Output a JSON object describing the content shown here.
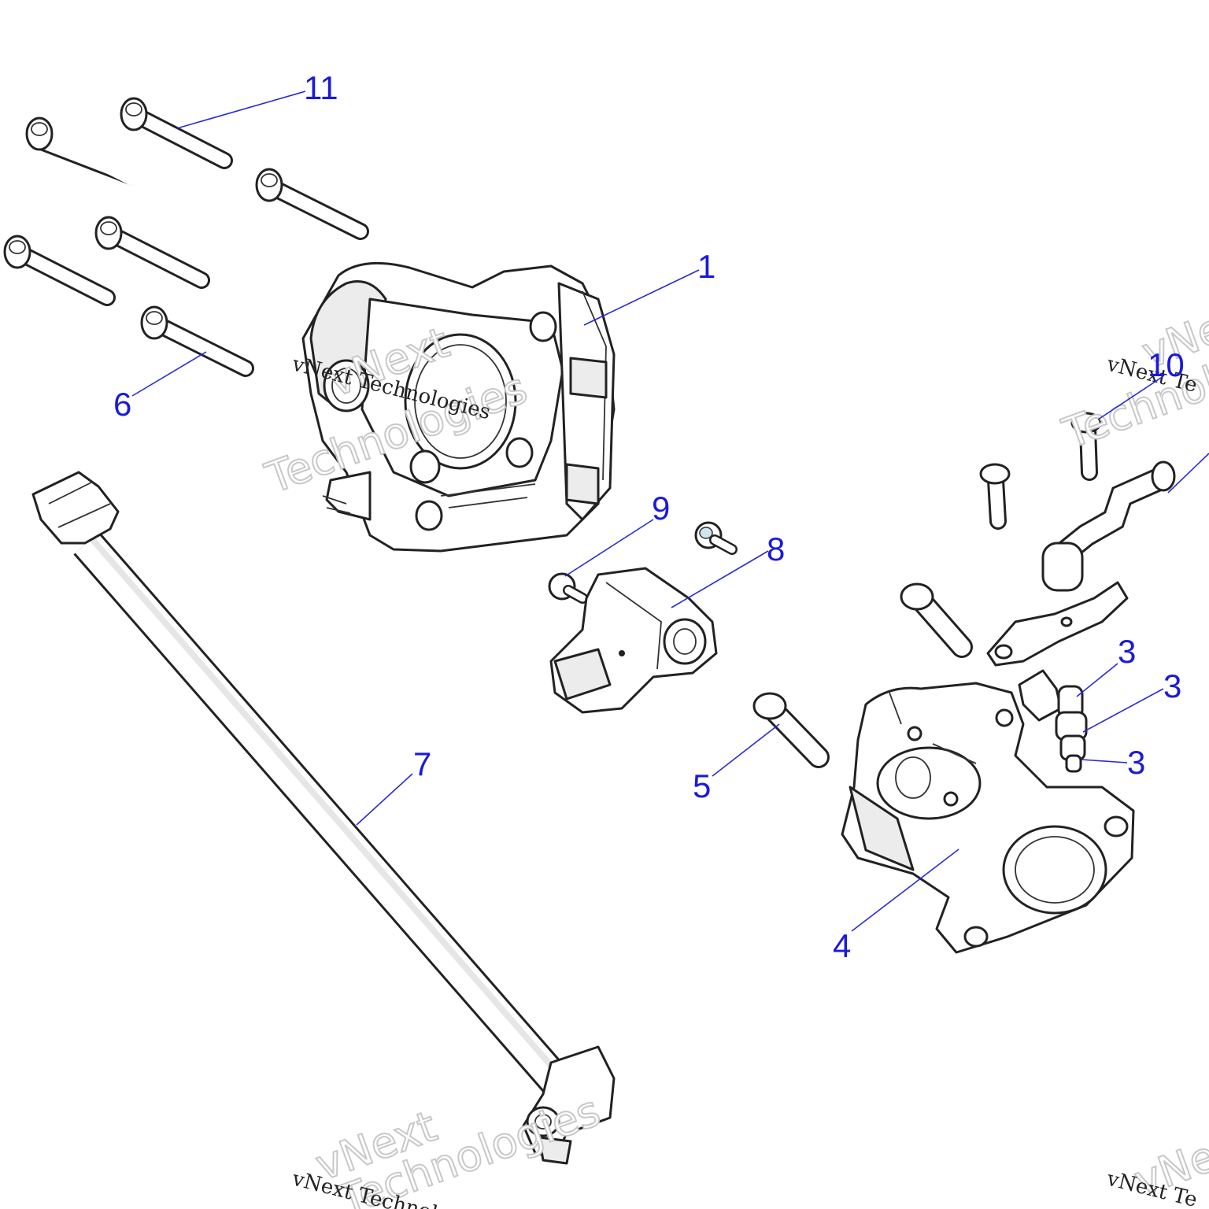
{
  "callouts": [
    {
      "id": "c1",
      "label": "1"
    },
    {
      "id": "c3a",
      "label": "3"
    },
    {
      "id": "c3b",
      "label": "3"
    },
    {
      "id": "c3c",
      "label": "3"
    },
    {
      "id": "c4",
      "label": "4"
    },
    {
      "id": "c5",
      "label": "5"
    },
    {
      "id": "c6",
      "label": "6"
    },
    {
      "id": "c7",
      "label": "7"
    },
    {
      "id": "c8",
      "label": "8"
    },
    {
      "id": "c9",
      "label": "9"
    },
    {
      "id": "c10",
      "label": "10"
    },
    {
      "id": "c11",
      "label": "11"
    }
  ],
  "watermark": {
    "brand": "vNext",
    "line2": "Technologies",
    "full": "vNext Technologies",
    "partial_right": "vNext Te",
    "partial_bottom": "vNext Technolo"
  },
  "colors": {
    "callout": "#1a1adb",
    "leader": "#2a2ad8",
    "line_art": "#222222",
    "watermark_outline": "#c8c8c8"
  }
}
